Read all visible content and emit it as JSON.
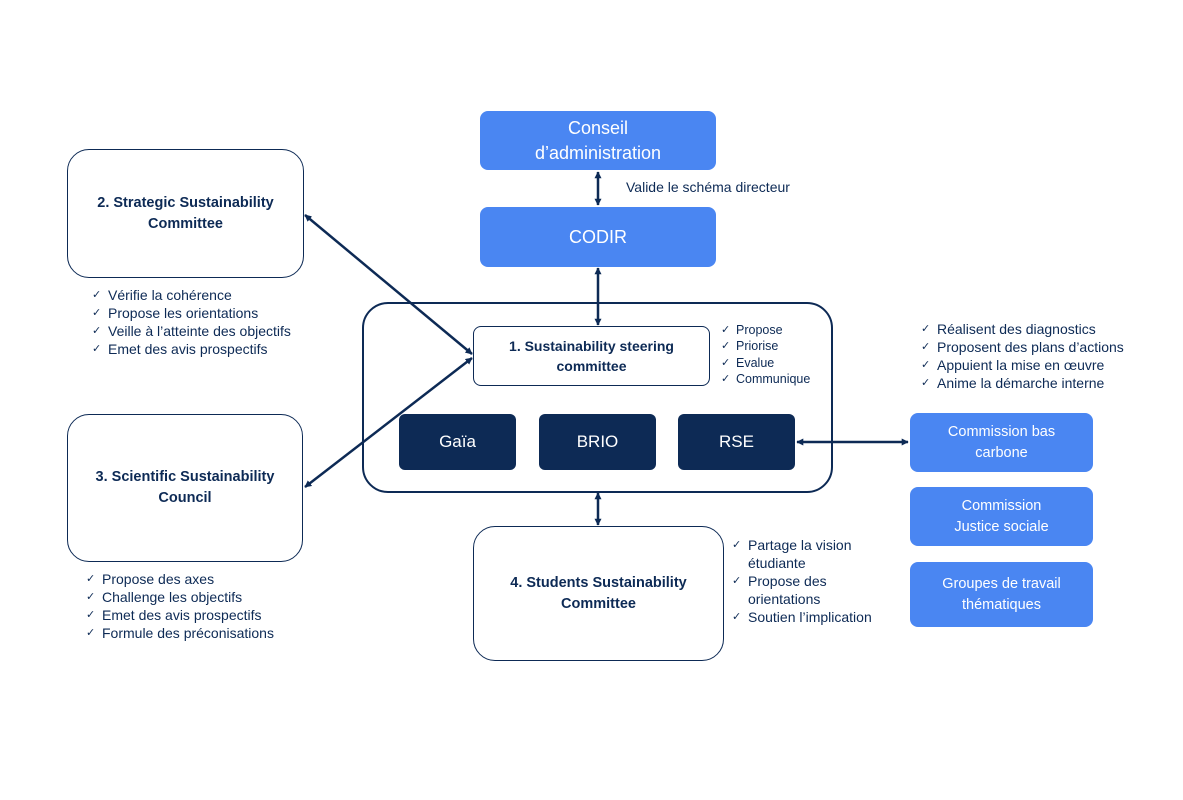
{
  "boxes": {
    "conseil": "Conseil d’administration",
    "codir": "CODIR",
    "steering": "1. Sustainability steering committee",
    "strategic": "2. Strategic Sustainability Committee",
    "scientific": "3. Scientific Sustainability Council",
    "students": "4. Students Sustainability Committee",
    "gaia": "Gaïa",
    "brio": "BRIO",
    "rse": "RSE",
    "commission_bas_carbone": "Commission bas carbone",
    "commission_justice": "Commission Justice sociale",
    "groupes_travail": "Groupes de travail thématiques"
  },
  "notes": {
    "valide": "Valide le schéma directeur"
  },
  "lists": {
    "strategic": [
      "Vérifie la cohérence",
      "Propose les orientations",
      "Veille à l’atteinte des objectifs",
      "Emet des avis prospectifs"
    ],
    "scientific": [
      "Propose des axes",
      "Challenge les objectifs",
      "Emet des avis prospectifs",
      "Formule des préconisations"
    ],
    "steering": [
      "Propose",
      "Priorise",
      "Evalue",
      "Communique"
    ],
    "commissions": [
      "Réalisent des diagnostics",
      "Proposent des plans d’actions",
      "Appuient la mise en œuvre",
      "Anime la démarche interne"
    ],
    "students": [
      "Partage la vision étudiante",
      "Propose des orientations",
      "Soutien l’implication"
    ]
  },
  "colors": {
    "navy": "#0d2a55",
    "blue": "#4a86f2"
  },
  "icons": {
    "check": "✓"
  }
}
